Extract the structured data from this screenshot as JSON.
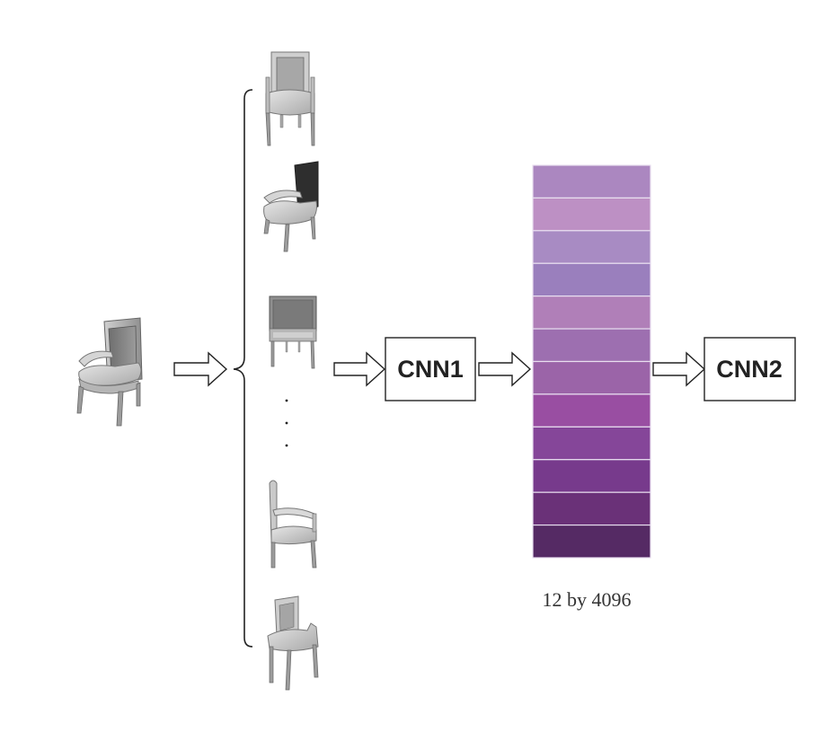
{
  "diagram": {
    "input_chair": {
      "icon": "chair-3d-render-icon"
    },
    "view_chairs": [
      {
        "icon": "chair-view-front-icon"
      },
      {
        "icon": "chair-view-angled-icon"
      },
      {
        "icon": "chair-view-back-icon"
      },
      {
        "icon": "chair-view-side-icon"
      },
      {
        "icon": "chair-view-front-low-icon"
      }
    ],
    "ellipsis": ".\n.\n.",
    "cnn1": {
      "label": "CNN1"
    },
    "cnn2": {
      "label": "CNN2"
    },
    "feature_matrix": {
      "caption": "12 by 4096",
      "rows": 12,
      "colors": [
        "#ab87c0",
        "#bd90c4",
        "#a88bc3",
        "#9a7fbd",
        "#b07fb8",
        "#9d6fb0",
        "#9b64a8",
        "#994ea2",
        "#854699",
        "#773a8c",
        "#6a3178",
        "#552a64"
      ]
    }
  }
}
